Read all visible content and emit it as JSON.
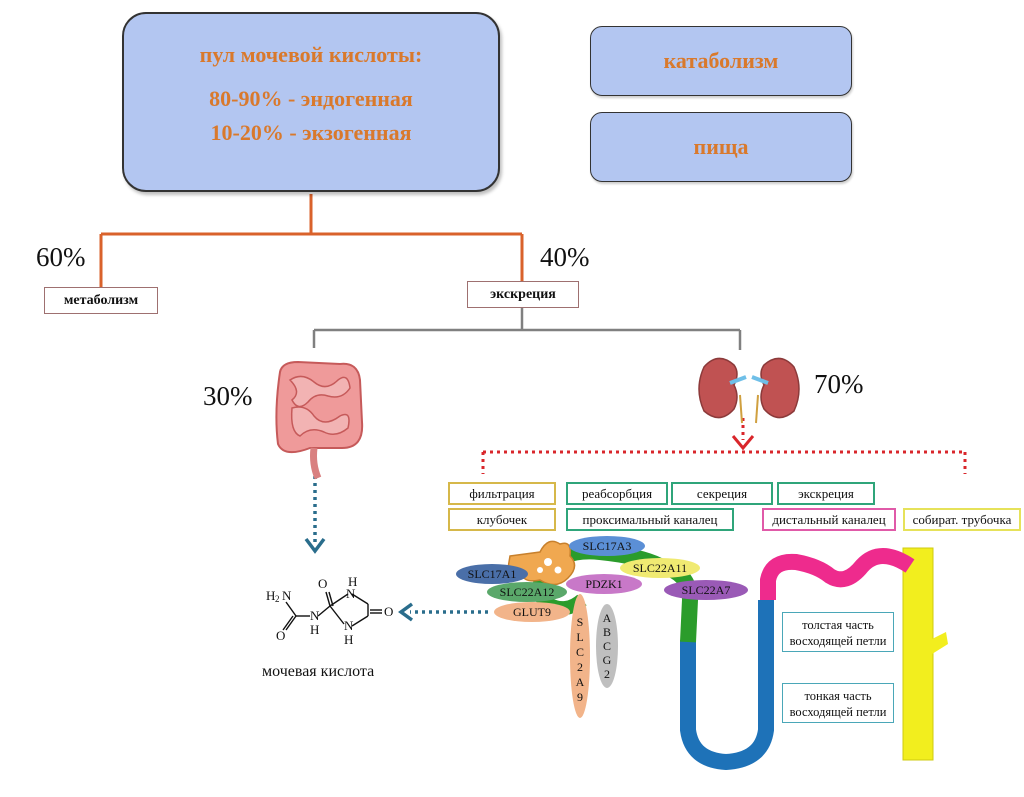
{
  "pool": {
    "title": "пул мочевой кислоты:",
    "line1": "80-90% - эндогенная",
    "line2": "10-20% - экзогенная"
  },
  "sources": [
    "катаболизм",
    "пища"
  ],
  "branches": {
    "left_percent": "60%",
    "left_label": "метаболизм",
    "right_percent": "40%",
    "right_label": "экскреция"
  },
  "excretion": {
    "intestine_percent": "30%",
    "kidney_percent": "70%"
  },
  "process_tags": [
    {
      "text": "фильтрация",
      "color": "#d6b84a"
    },
    {
      "text": "реабсорбция",
      "color": "#2fa57a"
    },
    {
      "text": "секреция",
      "color": "#2fa57a"
    },
    {
      "text": "экскреция",
      "color": "#2fa57a"
    }
  ],
  "segment_tags": [
    {
      "text": "клубочек",
      "color": "#d6b84a"
    },
    {
      "text": "проксимальный каналец",
      "color": "#2fa57a"
    },
    {
      "text": "дистальный каналец",
      "color": "#e05aa8"
    },
    {
      "text": "собират. трубочка",
      "color": "#e6e25a"
    }
  ],
  "transporters": [
    "SLC17A3",
    "SLC17A1",
    "SLC22A11",
    "SLC22A12",
    "PDZK1",
    "SLC22A7",
    "GLUT9",
    "SLC2A9",
    "ABCG2"
  ],
  "molecule": {
    "name": "мочевая кислота",
    "atoms": {
      "nh2_n": "H",
      "nh2_sub": "2",
      "n": "N",
      "h": "H",
      "o": "O"
    }
  },
  "loop_labels": {
    "thick": [
      "толстая часть",
      "восходящей петли"
    ],
    "thin": [
      "тонкая часть",
      "восходящей петли"
    ]
  },
  "colors": {
    "box_fill": "#b3c6f1",
    "box_text": "#d9792c",
    "orange_line": "#d9622b",
    "gray_line": "#808080",
    "red_dots": "#d9262b",
    "blue_arrow": "#2a6d8c",
    "blue_tubule": "#1e72b8",
    "green_tubule": "#2b9c2b",
    "pink_tubule": "#ee2b8d",
    "yellow_duct": "#f2ee1e",
    "glomerulus": "#f0a850"
  }
}
